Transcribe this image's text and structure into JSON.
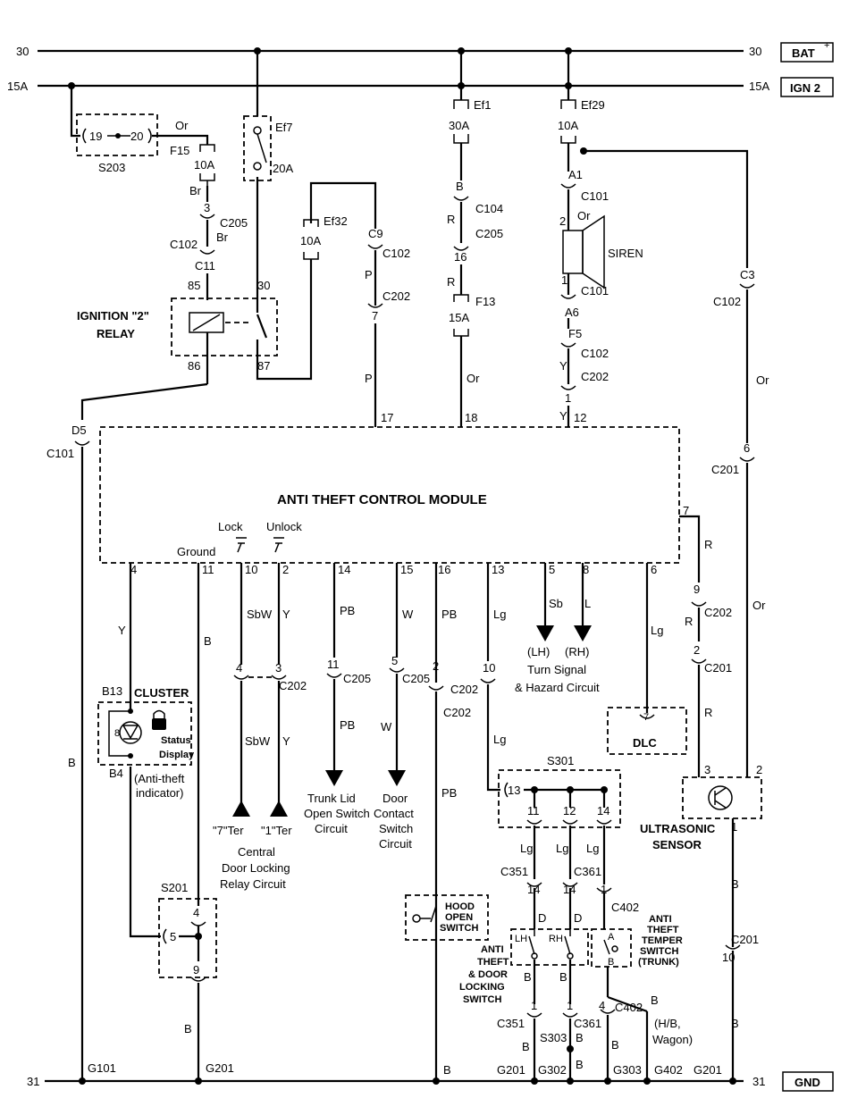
{
  "rails": {
    "bat_left": "30",
    "bat_right": "30",
    "bat_label": "BAT",
    "ign_left": "15A",
    "ign_right": "15A",
    "ign_label": "IGN 2",
    "gnd_left": "31",
    "gnd_right": "31",
    "gnd_label": "GND"
  },
  "splice_s203": {
    "pin_a": "19",
    "pin_b": "20",
    "name": "S203"
  },
  "fuses": {
    "f15": {
      "name": "F15",
      "rating": "10A"
    },
    "ef7": {
      "name": "Ef7",
      "rating": "20A"
    },
    "ef32": {
      "name": "Ef32",
      "rating": "10A"
    },
    "ef1": {
      "name": "Ef1",
      "rating": "30A"
    },
    "f13": {
      "name": "F13",
      "rating": "15A"
    },
    "ef29": {
      "name": "Ef29",
      "rating": "10A"
    }
  },
  "relay": {
    "title_line1": "IGNITION \"2\"",
    "title_line2": "RELAY",
    "pin85": "85",
    "pin86": "86",
    "pin30": "30",
    "pin87": "87"
  },
  "module": {
    "title": "ANTI THEFT CONTROL MODULE",
    "top_pins": [
      "17",
      "18",
      "12"
    ],
    "pin_d5": "D5",
    "c101": "C101",
    "lock": "Lock",
    "unlock": "Unlock",
    "ground": "Ground",
    "bottom_pins": [
      "4",
      "11",
      "10",
      "2",
      "14",
      "15",
      "16",
      "13",
      "5",
      "8",
      "6",
      "7"
    ]
  },
  "wire_colors": {
    "or": "Or",
    "br": "Br",
    "r": "R",
    "p": "P",
    "y": "Y",
    "b": "B",
    "sbw": "SbW",
    "pb": "PB",
    "w": "W",
    "lg": "Lg",
    "sb": "Sb",
    "l": "L",
    "d": "D"
  },
  "connectors": {
    "c205": "C205",
    "c102": "C102",
    "c11": "C11",
    "c9": "C9",
    "c202": "C202",
    "c104": "C104",
    "c101": "C101",
    "c201": "C201",
    "c351": "C351",
    "c361": "C361",
    "c402": "C402",
    "pin3": "3",
    "pin7": "7",
    "pin_b": "B",
    "pin16": "16",
    "pin_a1": "A1",
    "pin_a6": "A6",
    "pin_f5": "F5",
    "pin1": "1",
    "pin2": "2",
    "pin_c3": "C3",
    "pin6": "6",
    "pin9": "9",
    "pin4": "4",
    "pin11": "11",
    "pin5": "5",
    "pin10": "10",
    "pin14": "14",
    "pin12": "12",
    "pin13": "13"
  },
  "siren": {
    "label": "SIREN",
    "pin2": "2",
    "pin1": "1"
  },
  "cluster": {
    "label": "CLUSTER",
    "b13": "B13",
    "b4": "B4",
    "status1": "Status",
    "status2": "Display",
    "note1": "(Anti-theft",
    "note2": "indicator)"
  },
  "circuits": {
    "ter7": "\"7\"Ter",
    "ter1": "\"1\"Ter",
    "central1": "Central",
    "central2": "Door Locking",
    "central3": "Relay Circuit",
    "trunk1": "Trunk Lid",
    "trunk2": "Open Switch",
    "trunk3": "Circuit",
    "door1": "Door",
    "door2": "Contact",
    "door3": "Switch",
    "door4": "Circuit",
    "lh": "(LH)",
    "rh": "(RH)",
    "turn1": "Turn Signal",
    "turn2": "& Hazard Circuit",
    "dlc": "DLC"
  },
  "s301": {
    "name": "S301"
  },
  "s201": {
    "name": "S201",
    "pin4": "4",
    "pin5": "5",
    "pin9": "9"
  },
  "ultrasonic": {
    "line1": "ULTRASONIC",
    "line2": "SENSOR",
    "pin3": "3",
    "pin2": "2",
    "pin1": "1"
  },
  "hood": {
    "l1": "HOOD",
    "l2": "OPEN",
    "l3": "SWITCH"
  },
  "door_lock_sw": {
    "lh": "LH",
    "rh": "RH",
    "l1": "ANTI",
    "l2": "THEFT",
    "l3": "& DOOR",
    "l4": "LOCKING",
    "l5": "SWITCH"
  },
  "tamper": {
    "a": "A",
    "b": "B",
    "l1": "ANTI",
    "l2": "THEFT",
    "l3": "TEMPER",
    "l4": "SWITCH",
    "l5": "(TRUNK)",
    "note1": "(H/B,",
    "note2": "Wagon)"
  },
  "splice_s303": "S303",
  "grounds": {
    "g101": "G101",
    "g201": "G201",
    "g302": "G302",
    "g303": "G303",
    "g402": "G402"
  }
}
